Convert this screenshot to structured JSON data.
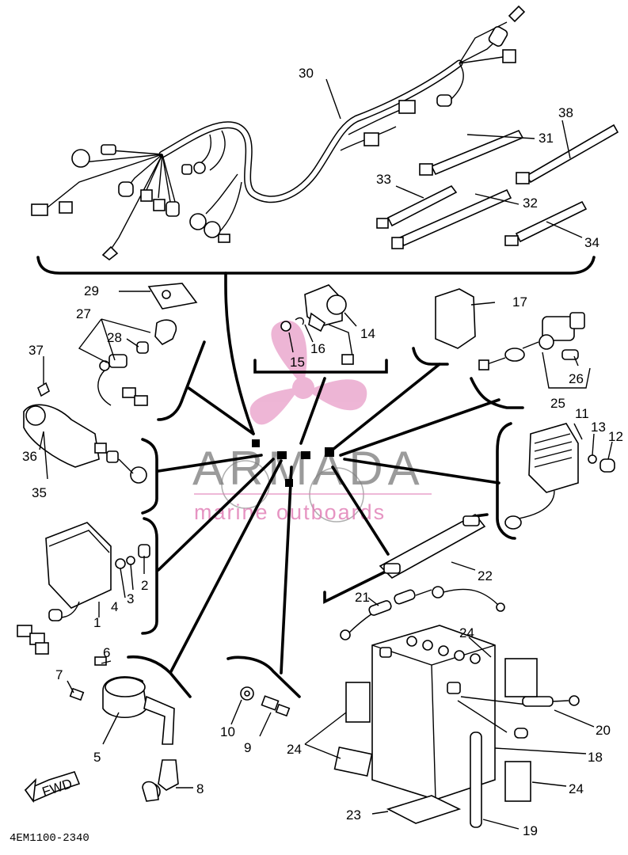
{
  "diagram": {
    "code": "4EM1100-2340",
    "fwd_label": "FWD",
    "watermark": {
      "brand": "ARMADA",
      "tagline": "marine outboards",
      "accent": "#e07ab4",
      "gray": "#7a7a7a"
    },
    "part_numbers": {
      "p1": "1",
      "p2": "2",
      "p3": "3",
      "p4": "4",
      "p5": "5",
      "p6": "6",
      "p7": "7",
      "p8": "8",
      "p9": "9",
      "p10": "10",
      "p11": "11",
      "p12": "12",
      "p13": "13",
      "p14": "14",
      "p15": "15",
      "p16": "16",
      "p17": "17",
      "p18": "18",
      "p19": "19",
      "p20": "20",
      "p21": "21",
      "p22": "22",
      "p23": "23",
      "p24a": "24",
      "p24b": "24",
      "p24c": "24",
      "p25": "25",
      "p26": "26",
      "p27": "27",
      "p28": "28",
      "p29": "29",
      "p30": "30",
      "p31": "31",
      "p32": "32",
      "p33": "33",
      "p34": "34",
      "p35": "35",
      "p36": "36",
      "p37": "37",
      "p38": "38"
    }
  }
}
